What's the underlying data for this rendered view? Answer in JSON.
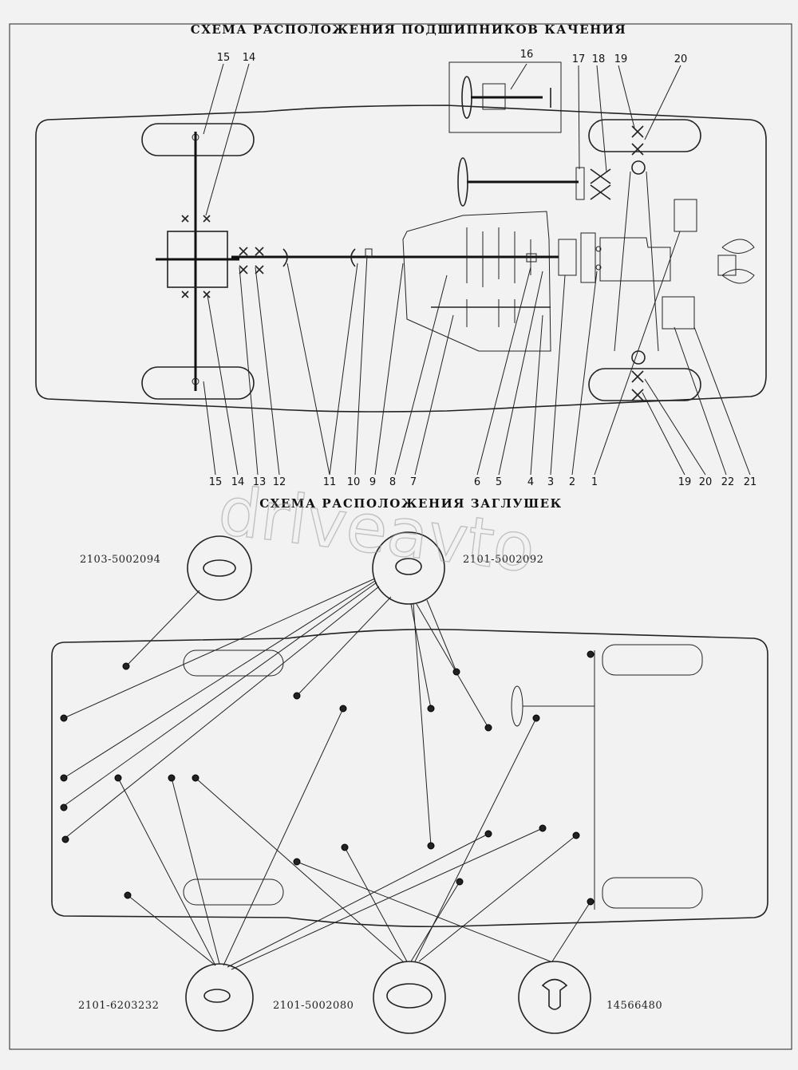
{
  "titles": {
    "bearings": "СХЕМА РАСПОЛОЖЕНИЯ ПОДШИПНИКОВ КАЧЕНИЯ",
    "plugs": "СХЕМА РАСПОЛОЖЕНИЯ ЗАГЛУШЕК"
  },
  "watermark": "driveavto",
  "top_labels": [
    "15",
    "14",
    "16",
    "17",
    "18",
    "19",
    "20"
  ],
  "bottom_labels": [
    "15",
    "14",
    "13",
    "12",
    "11",
    "10",
    "9",
    "8",
    "7",
    "6",
    "5",
    "4",
    "3",
    "2",
    "1",
    "19",
    "20",
    "22",
    "21"
  ],
  "parts": {
    "p1": "2103-5002094",
    "p2": "2101-5002092",
    "p3": "2101-6203232",
    "p4": "2101-5002080",
    "p5": "14566480"
  }
}
